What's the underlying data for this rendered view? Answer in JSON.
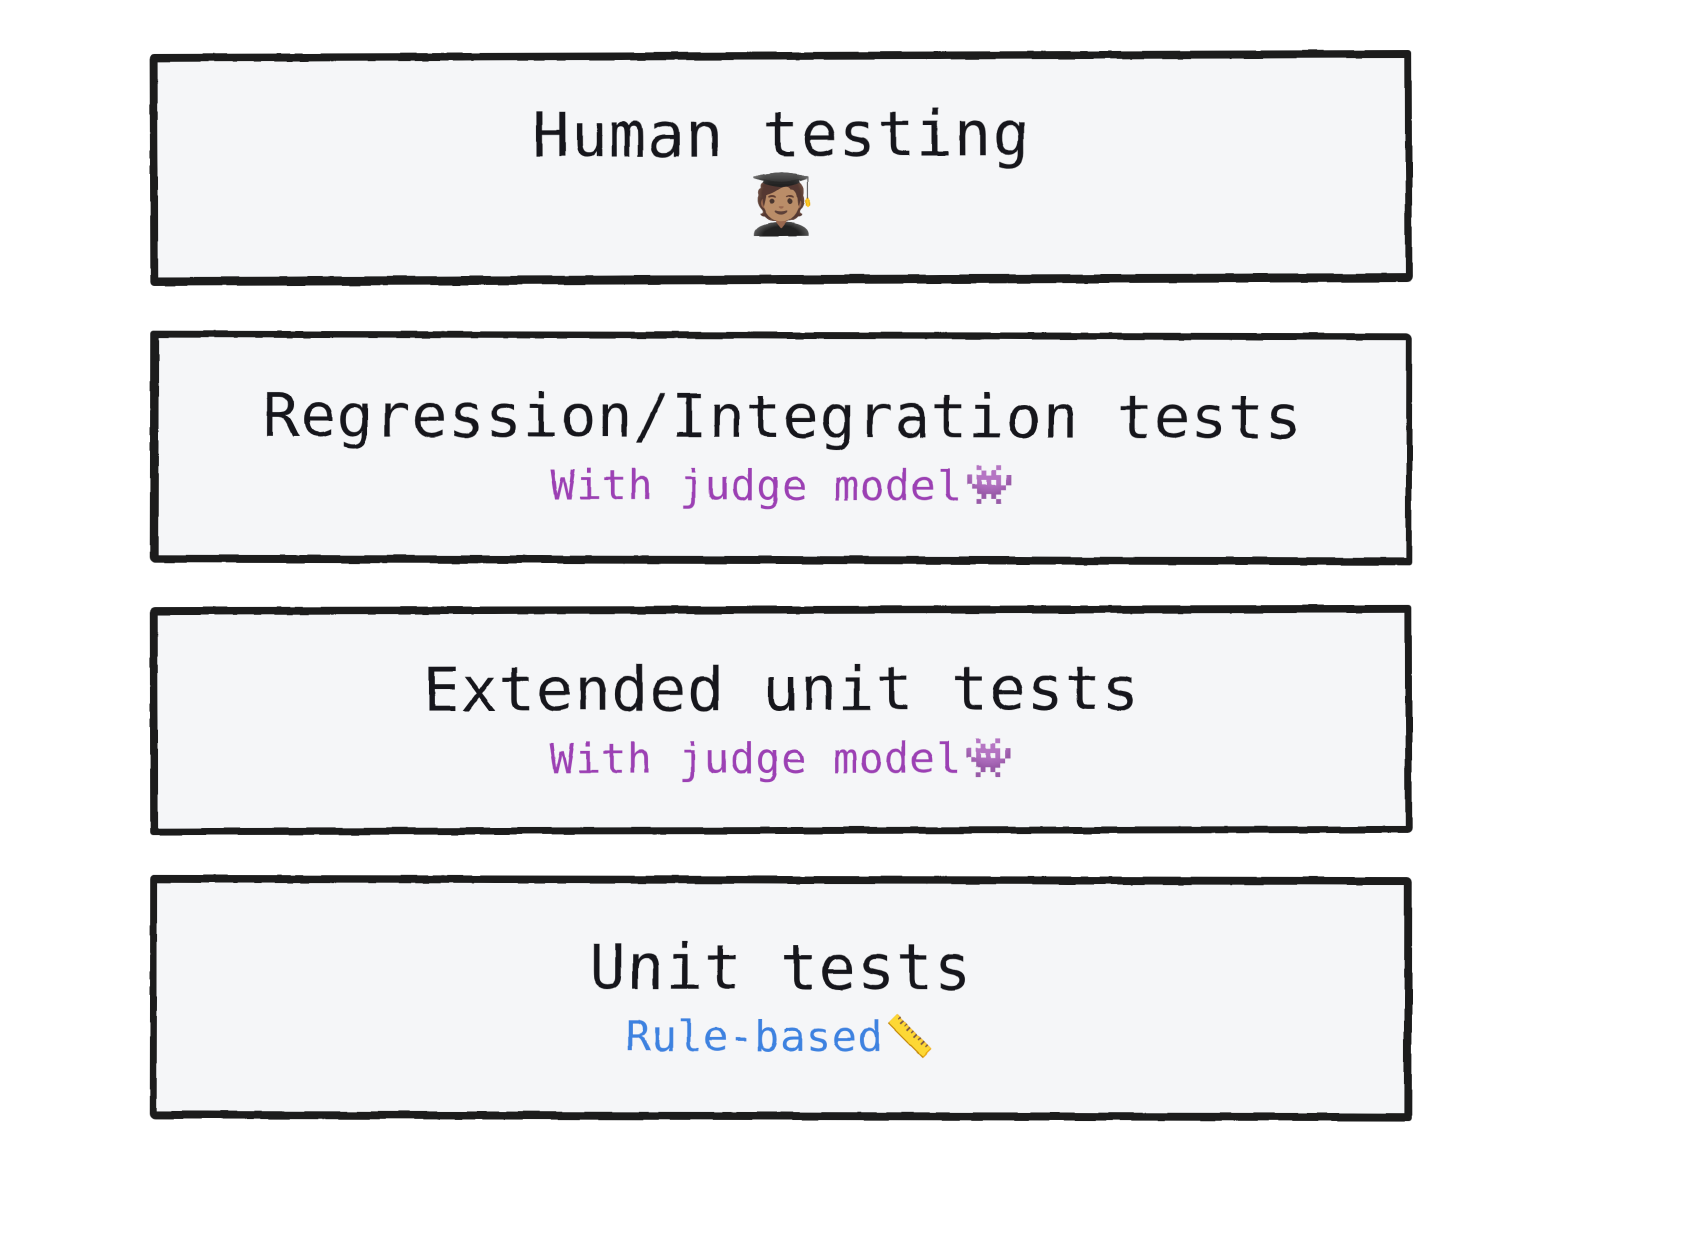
{
  "diagram": {
    "type": "testing-pyramid",
    "background_color": "#ffffff",
    "box_fill_color": "#f5f6f8",
    "box_border_color": "#1d1d1f",
    "layers": [
      {
        "id": "human-testing",
        "title": "Human testing",
        "emoji": "🧑🏽‍🎓",
        "emoji_name": "student-graduate-emoji",
        "subtitle": "",
        "subtitle_emoji": "",
        "subtitle_emoji_name": "",
        "subtitle_color": ""
      },
      {
        "id": "regression-integration-tests",
        "title": "Regression/Integration tests",
        "emoji": "",
        "emoji_name": "",
        "subtitle": "With judge model",
        "subtitle_emoji": "👾",
        "subtitle_emoji_name": "space-invader-emoji",
        "subtitle_color": "#9c3fb4"
      },
      {
        "id": "extended-unit-tests",
        "title": "Extended unit tests",
        "emoji": "",
        "emoji_name": "",
        "subtitle": "With judge model",
        "subtitle_emoji": "👾",
        "subtitle_emoji_name": "space-invader-emoji",
        "subtitle_color": "#9c3fb4"
      },
      {
        "id": "unit-tests",
        "title": "Unit tests",
        "emoji": "",
        "emoji_name": "",
        "subtitle": "Rule-based",
        "subtitle_emoji": "📏",
        "subtitle_emoji_name": "straight-ruler-emoji",
        "subtitle_color": "#3c82e0"
      }
    ]
  }
}
